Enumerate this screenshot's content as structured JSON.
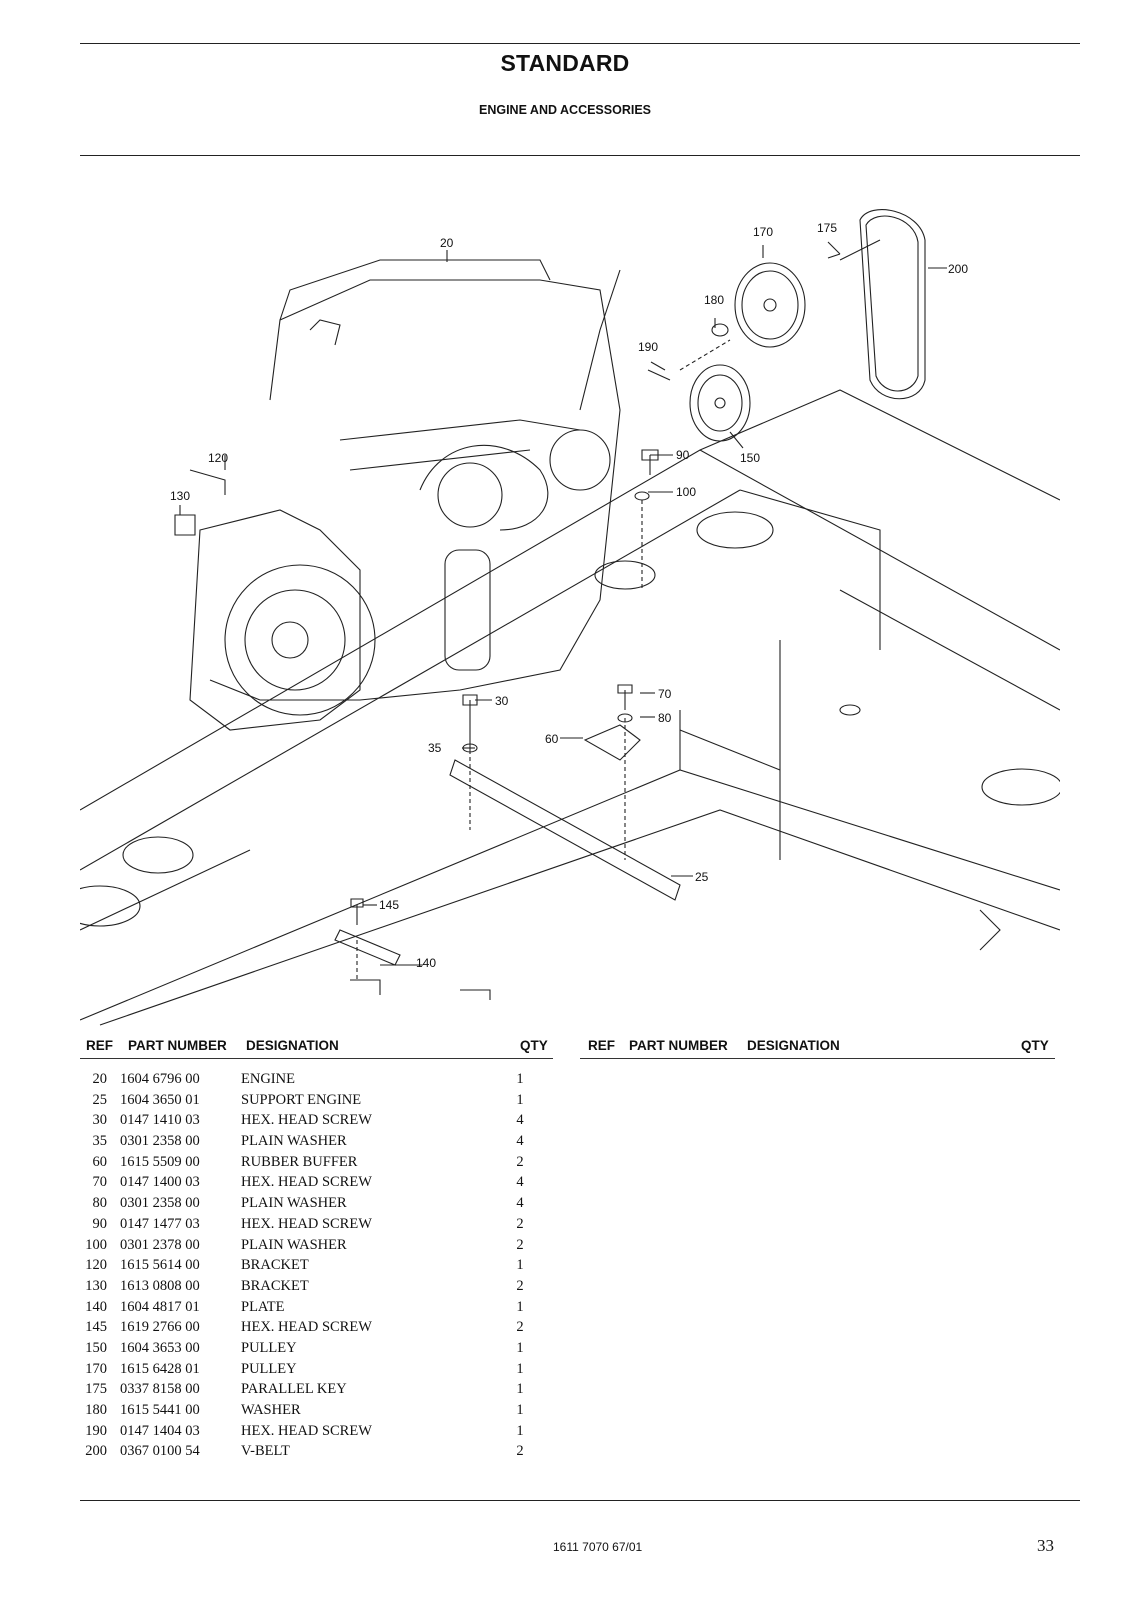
{
  "header": {
    "title": "STANDARD",
    "subtitle": "ENGINE AND ACCESSORIES"
  },
  "drawing": {
    "callouts": [
      "20",
      "25",
      "30",
      "35",
      "60",
      "70",
      "80",
      "90",
      "100",
      "120",
      "130",
      "140",
      "145",
      "150",
      "170",
      "175",
      "180",
      "190",
      "200"
    ]
  },
  "table": {
    "columns": {
      "ref": "REF",
      "part_number": "PART NUMBER",
      "designation": "DESIGNATION",
      "qty": "QTY"
    },
    "rows": [
      {
        "ref": "20",
        "part_number": "1604 6796 00",
        "designation": "ENGINE",
        "qty": "1"
      },
      {
        "ref": "25",
        "part_number": "1604 3650 01",
        "designation": "SUPPORT ENGINE",
        "qty": "1"
      },
      {
        "ref": "30",
        "part_number": "0147 1410 03",
        "designation": "HEX. HEAD SCREW",
        "qty": "4"
      },
      {
        "ref": "35",
        "part_number": "0301 2358 00",
        "designation": "PLAIN WASHER",
        "qty": "4"
      },
      {
        "ref": "60",
        "part_number": "1615 5509 00",
        "designation": "RUBBER BUFFER",
        "qty": "2"
      },
      {
        "ref": "70",
        "part_number": "0147 1400 03",
        "designation": "HEX. HEAD SCREW",
        "qty": "4"
      },
      {
        "ref": "80",
        "part_number": "0301 2358 00",
        "designation": "PLAIN WASHER",
        "qty": "4"
      },
      {
        "ref": "90",
        "part_number": "0147 1477 03",
        "designation": "HEX. HEAD SCREW",
        "qty": "2"
      },
      {
        "ref": "100",
        "part_number": "0301 2378 00",
        "designation": "PLAIN WASHER",
        "qty": "2"
      },
      {
        "ref": "120",
        "part_number": "1615 5614 00",
        "designation": "BRACKET",
        "qty": "1"
      },
      {
        "ref": "130",
        "part_number": "1613 0808 00",
        "designation": "BRACKET",
        "qty": "2"
      },
      {
        "ref": "140",
        "part_number": "1604 4817 01",
        "designation": "PLATE",
        "qty": "1"
      },
      {
        "ref": "145",
        "part_number": "1619 2766 00",
        "designation": "HEX. HEAD SCREW",
        "qty": "2"
      },
      {
        "ref": "150",
        "part_number": "1604 3653 00",
        "designation": "PULLEY",
        "qty": "1"
      },
      {
        "ref": "170",
        "part_number": "1615 6428 01",
        "designation": "PULLEY",
        "qty": "1"
      },
      {
        "ref": "175",
        "part_number": "0337 8158 00",
        "designation": "PARALLEL KEY",
        "qty": "1"
      },
      {
        "ref": "180",
        "part_number": "1615 5441 00",
        "designation": "WASHER",
        "qty": "1"
      },
      {
        "ref": "190",
        "part_number": "0147 1404 03",
        "designation": "HEX. HEAD SCREW",
        "qty": "1"
      },
      {
        "ref": "200",
        "part_number": "0367 0100 54",
        "designation": "V-BELT",
        "qty": "2"
      }
    ]
  },
  "footer": {
    "document_number": "1611 7070 67/01",
    "page_number": "33"
  }
}
